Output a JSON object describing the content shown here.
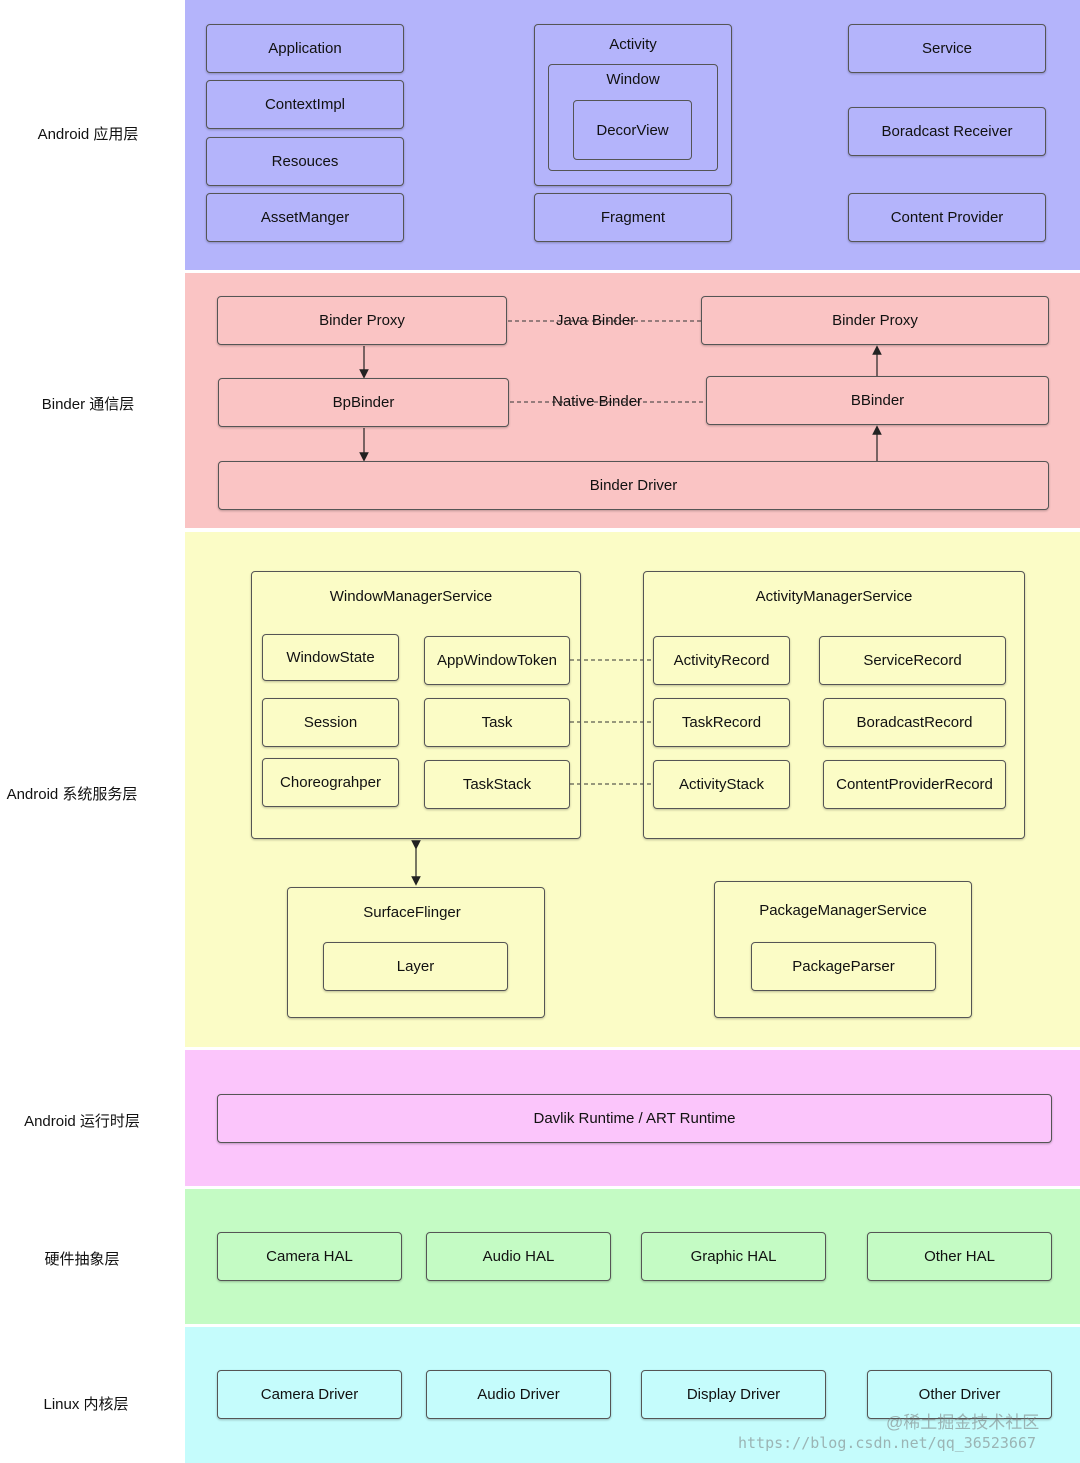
{
  "layers": [
    {
      "label": "Android 应用层",
      "color": "#b4b4fb"
    },
    {
      "label": "Binder 通信层",
      "color": "#fac4c4"
    },
    {
      "label": "Android 系统服务层",
      "color": "#fbfcc6"
    },
    {
      "label": "Android 运行时层",
      "color": "#fbc5fb"
    },
    {
      "label": "硬件抽象层",
      "color": "#c4fbc4"
    },
    {
      "label": "Linux 内核层",
      "color": "#c5fcfc"
    }
  ],
  "app": {
    "application": "Application",
    "contextimpl": "ContextImpl",
    "resources": "Resouces",
    "assetmanager": "AssetManger",
    "activity": "Activity",
    "window": "Window",
    "decorview": "DecorView",
    "fragment": "Fragment",
    "service": "Service",
    "broadcast_receiver": "Boradcast Receiver",
    "content_provider": "Content Provider"
  },
  "binder": {
    "proxy_left": "Binder Proxy",
    "proxy_right": "Binder Proxy",
    "java_binder": "Java Binder",
    "bpbinder": "BpBinder",
    "bbinder": "BBinder",
    "native_binder": "Native Binder",
    "driver": "Binder Driver"
  },
  "services": {
    "wms": "WindowManagerService",
    "windowstate": "WindowState",
    "appwindowtoken": "AppWindowToken",
    "session": "Session",
    "task": "Task",
    "choreographer": "Choreograhper",
    "taskstack": "TaskStack",
    "ams": "ActivityManagerService",
    "activityrecord": "ActivityRecord",
    "servicerecord": "ServiceRecord",
    "taskrecord": "TaskRecord",
    "broadcastrecord": "BoradcastRecord",
    "activitystack": "ActivityStack",
    "contentproviderrecord": "ContentProviderRecord",
    "surfaceflinger": "SurfaceFlinger",
    "layer": "Layer",
    "pms": "PackageManagerService",
    "packageparser": "PackageParser"
  },
  "runtime": {
    "label": "Davlik Runtime / ART Runtime"
  },
  "hal": [
    "Camera HAL",
    "Audio HAL",
    "Graphic HAL",
    "Other HAL"
  ],
  "kernel": [
    "Camera Driver",
    "Audio Driver",
    "Display Driver",
    "Other Driver"
  ],
  "watermark": {
    "line1": "@稀土掘金技术社区",
    "line2": "https://blog.csdn.net/qq_36523667"
  }
}
